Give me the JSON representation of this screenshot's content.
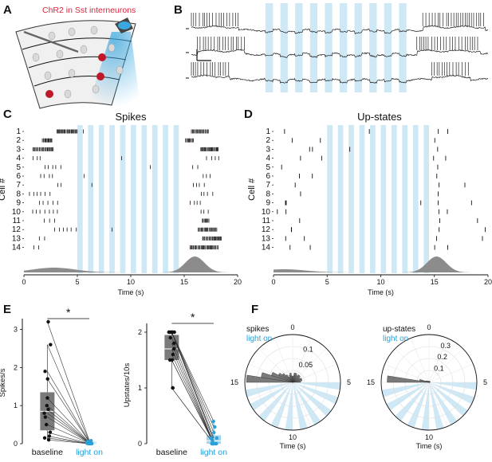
{
  "panels": {
    "a": {
      "letter": "A",
      "caption": "ChR2 in Sst interneurons"
    },
    "b": {
      "letter": "B"
    },
    "c": {
      "letter": "C",
      "title": "Spikes"
    },
    "d": {
      "letter": "D",
      "title": "Up-states"
    },
    "e": {
      "letter": "E",
      "significance": "*"
    },
    "f": {
      "letter": "F"
    }
  },
  "colors": {
    "light": "#cfe8f6",
    "light_text": "#2aa0d8",
    "density": "#8c8c8c",
    "box": "#7a7a7a"
  },
  "chart_data": [
    {
      "type": "line",
      "panel": "B",
      "n_traces": 3,
      "light_pulses_s": [
        [
          5,
          5.5
        ],
        [
          6,
          6.5
        ],
        [
          7,
          7.5
        ],
        [
          8,
          8.5
        ],
        [
          9,
          9.5
        ],
        [
          10,
          10.5
        ],
        [
          11,
          11.5
        ],
        [
          12,
          12.5
        ],
        [
          13,
          13.5
        ],
        [
          14,
          14.5
        ]
      ]
    },
    {
      "type": "scatter",
      "panel": "C",
      "title": "Spikes",
      "xlabel": "Time (s)",
      "ylabel": "Cell #",
      "xlim": [
        0,
        20
      ],
      "xticks": [
        0,
        5,
        10,
        15,
        20
      ],
      "cells": [
        "1",
        "2",
        "3",
        "4",
        "5",
        "6",
        "7",
        "8",
        "9",
        "10",
        "11",
        "12",
        "13",
        "14"
      ],
      "light_pulses_s": [
        [
          5,
          5.5
        ],
        [
          6,
          6.5
        ],
        [
          7,
          7.5
        ],
        [
          8,
          8.5
        ],
        [
          9,
          9.5
        ],
        [
          10,
          10.5
        ],
        [
          11,
          11.5
        ],
        [
          12,
          12.5
        ],
        [
          13,
          13.5
        ],
        [
          14,
          14.5
        ]
      ],
      "upstate_bursts_s": [
        [
          0.5,
          5.0
        ],
        [
          15.0,
          18.5
        ]
      ],
      "density_peaks_s": [
        [
          2.8,
          0.3
        ],
        [
          16.0,
          1.0
        ]
      ]
    },
    {
      "type": "scatter",
      "panel": "D",
      "title": "Up-states",
      "xlabel": "Time (s)",
      "ylabel": "Cell #",
      "xlim": [
        0,
        20
      ],
      "xticks": [
        0,
        5,
        10,
        15,
        20
      ],
      "cells": [
        "1",
        "2",
        "3",
        "4",
        "5",
        "6",
        "7",
        "8",
        "9",
        "10",
        "11",
        "12",
        "13",
        "14"
      ],
      "light_pulses_s": [
        [
          5,
          5.5
        ],
        [
          6,
          6.5
        ],
        [
          7,
          7.5
        ],
        [
          8,
          8.5
        ],
        [
          9,
          9.5
        ],
        [
          10,
          10.5
        ],
        [
          11,
          11.5
        ],
        [
          12,
          12.5
        ],
        [
          13,
          13.5
        ],
        [
          14,
          14.5
        ]
      ],
      "density_peaks_s": [
        [
          1.0,
          0.2
        ],
        [
          15.2,
          1.0
        ]
      ]
    },
    {
      "type": "scatter",
      "panel": "E-left",
      "ylabel": "Spikes/s",
      "categories": [
        "baseline",
        "light on"
      ],
      "ylim": [
        0,
        3.2
      ],
      "yticks": [
        0,
        1,
        2,
        3
      ],
      "baseline": [
        3.2,
        2.6,
        1.9,
        1.7,
        1.2,
        1.0,
        0.9,
        0.8,
        0.7,
        0.5,
        0.3,
        0.2,
        0.15,
        0.1
      ],
      "light_on": [
        0.08,
        0.06,
        0.05,
        0.04,
        0.03,
        0.03,
        0.02,
        0.02,
        0.01,
        0.01,
        0.0,
        0.0,
        0.0,
        0.0
      ],
      "box_baseline": {
        "q1": 0.35,
        "median": 0.85,
        "q3": 1.35,
        "whisker_low": 0.1,
        "whisker_high": 2.6
      },
      "box_light_on": {
        "q1": 0.0,
        "median": 0.02,
        "q3": 0.05,
        "whisker_low": 0.0,
        "whisker_high": 0.08
      },
      "significance": "*"
    },
    {
      "type": "scatter",
      "panel": "E-right",
      "ylabel": "Upstates/10s",
      "categories": [
        "baseline",
        "light on"
      ],
      "ylim": [
        0,
        2.1
      ],
      "yticks": [
        0,
        1,
        2
      ],
      "baseline": [
        2,
        2,
        2,
        2,
        2,
        2,
        1.9,
        1.8,
        1.7,
        1.6,
        1.5,
        1.5,
        1,
        1
      ],
      "light_on": [
        0.4,
        0.3,
        0.2,
        0.1,
        0.1,
        0.05,
        0,
        0,
        0,
        0,
        0,
        0,
        0,
        0
      ],
      "box_baseline": {
        "q1": 1.5,
        "median": 1.7,
        "q3": 1.95,
        "whisker_low": 1.0,
        "whisker_high": 2.0
      },
      "box_light_on": {
        "q1": 0.0,
        "median": 0.05,
        "q3": 0.15,
        "whisker_low": 0.0,
        "whisker_high": 0.4
      },
      "significance": "*"
    },
    {
      "type": "bar",
      "panel": "F-left",
      "projection": "polar",
      "legend": [
        "spikes",
        "light on"
      ],
      "r_ticks": [
        "0.05",
        "0.1"
      ],
      "theta_ticks": [
        "0",
        "5",
        "10",
        "15"
      ],
      "theta_label": "Time (s)",
      "bins_s": [
        15.0,
        15.5,
        16.0,
        16.5,
        17.0,
        17.5,
        18.0,
        18.5,
        19.0,
        19.5,
        0.0,
        0.5,
        1.0,
        1.5,
        2.0,
        2.5,
        3.0,
        3.5,
        4.0,
        4.5
      ],
      "values": [
        0.145,
        0.1,
        0.07,
        0.05,
        0.04,
        0.03,
        0.02,
        0.025,
        0.03,
        0.02,
        0.02,
        0.03,
        0.03,
        0.025,
        0.03,
        0.03,
        0.025,
        0.03,
        0.03,
        0.025
      ]
    },
    {
      "type": "bar",
      "panel": "F-right",
      "projection": "polar",
      "legend": [
        "up-states",
        "light on"
      ],
      "r_ticks": [
        "0.1",
        "0.2",
        "0.3"
      ],
      "theta_ticks": [
        "0",
        "5",
        "10",
        "15"
      ],
      "theta_label": "Time (s)",
      "bins_s": [
        15.0,
        15.5,
        16.0,
        16.5,
        17.0,
        17.5,
        18.0,
        18.5,
        19.0,
        19.5,
        0.0,
        0.5,
        1.0,
        1.5,
        2.0,
        2.5,
        3.0,
        3.5,
        4.0,
        4.5
      ],
      "values": [
        0.35,
        0.08,
        0.03,
        0.02,
        0.02,
        0.01,
        0.01,
        0.01,
        0.01,
        0.01,
        0.01,
        0.01,
        0.01,
        0.01,
        0.01,
        0.01,
        0.01,
        0.01,
        0.01,
        0.01
      ]
    }
  ]
}
